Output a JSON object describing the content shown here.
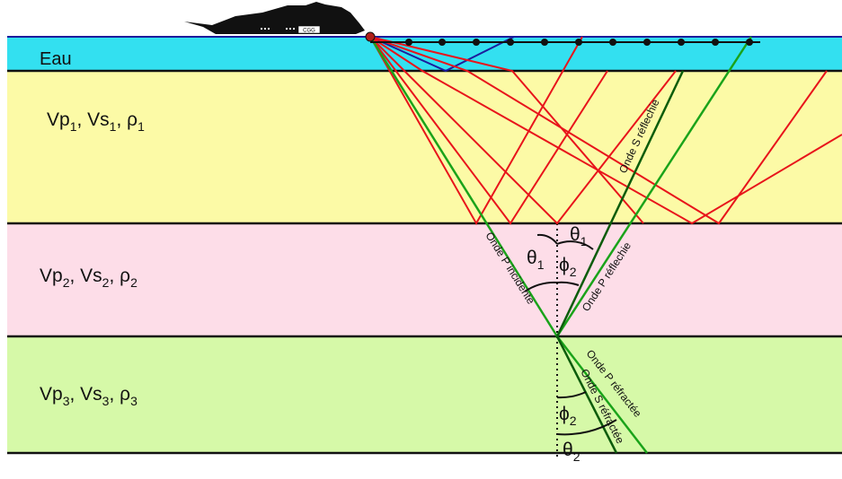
{
  "layers": {
    "water": {
      "label": "Eau",
      "color": "#33e0f0"
    },
    "layer1": {
      "label_parts": [
        "Vp",
        "1",
        ", Vs",
        "1",
        ", ρ",
        "1"
      ],
      "color": "#fcfaa6"
    },
    "layer2": {
      "label_parts": [
        "Vp",
        "2",
        ", Vs",
        "2",
        ", ρ",
        "2"
      ],
      "color": "#fddde8"
    },
    "layer3": {
      "label_parts": [
        "Vp",
        "3",
        ", Vs",
        "3",
        ", ρ",
        "3"
      ],
      "color": "#d6f9a8"
    }
  },
  "ship": {
    "label": "CGG",
    "color": "#111111"
  },
  "waves": {
    "p_incident": "Onde P incidente",
    "p_reflected": "Onde P réflechie",
    "s_reflected": "Onde S réflechie",
    "p_refracted": "Onde P réfractée",
    "s_refracted": "Onde S réfractée"
  },
  "angles": {
    "theta1_top": {
      "sym": "θ",
      "sub": "1"
    },
    "theta1_left": {
      "sym": "θ",
      "sub": "1"
    },
    "phi2_upper": {
      "sym": "ϕ",
      "sub": "2"
    },
    "phi2_lower": {
      "sym": "ϕ",
      "sub": "2"
    },
    "theta2": {
      "sym": "θ",
      "sub": "2"
    }
  },
  "colors": {
    "red_ray": "#e8141b",
    "green_ray": "#1aa31a",
    "dark_green_ray": "#0b5c0b",
    "blue_ray": "#1c1c9c",
    "interface": "#111111",
    "source": "#b0201a"
  }
}
